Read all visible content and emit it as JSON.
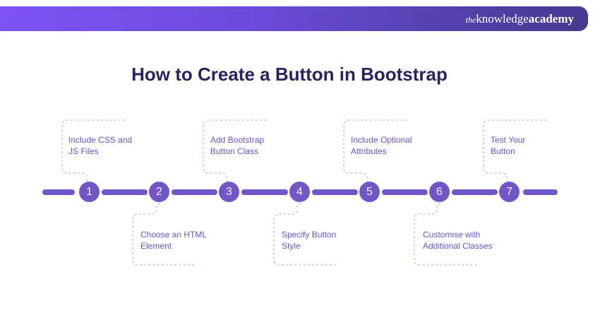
{
  "banner": {
    "logo": {
      "the": "the",
      "knowledge": "knowledge",
      "academy": "academy"
    }
  },
  "title": "How to Create a Button in Bootstrap",
  "colors": {
    "banner_gradient_start": "#7e53f5",
    "banner_gradient_end": "#45398e",
    "title_text": "#2c2260",
    "timeline_purple": "#7156c8",
    "label_text": "#6254cc",
    "dashed_border": "#b9b0ec",
    "circle_number": "#f3f1fc"
  },
  "steps": [
    {
      "number": "1",
      "position": "top",
      "lines": [
        "Include CSS and",
        "JS Files"
      ]
    },
    {
      "number": "2",
      "position": "bottom",
      "lines": [
        "Choose an HTML",
        "Element"
      ]
    },
    {
      "number": "3",
      "position": "top",
      "lines": [
        "Add Bootstrap",
        "Button Class"
      ]
    },
    {
      "number": "4",
      "position": "bottom",
      "lines": [
        "Specify Button",
        "Style"
      ]
    },
    {
      "number": "5",
      "position": "top",
      "lines": [
        "Include Optional",
        "Attributes"
      ]
    },
    {
      "number": "6",
      "position": "bottom",
      "lines": [
        "Customise with",
        "Additional Classes"
      ]
    },
    {
      "number": "7",
      "position": "top",
      "lines": [
        "Test Your",
        "Button"
      ]
    }
  ]
}
